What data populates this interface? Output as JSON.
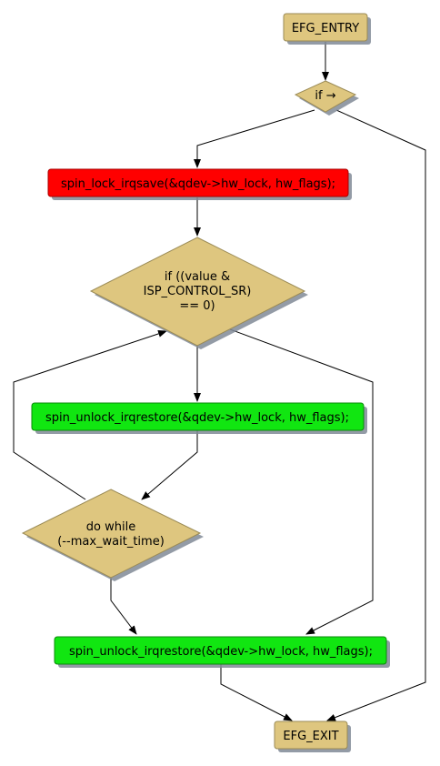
{
  "nodes": {
    "entry": "EFG_ENTRY",
    "if_arrow": "if →",
    "spin_lock": "spin_lock_irqsave(&qdev->hw_lock, hw_flags);",
    "cond_line1": "if ((value &",
    "cond_line2": "ISP_CONTROL_SR)",
    "cond_line3": "== 0)",
    "unlock_inner": "spin_unlock_irqrestore(&qdev->hw_lock, hw_flags);",
    "do_while_line1": "do while",
    "do_while_line2": "(--max_wait_time)",
    "unlock_final": "spin_unlock_irqrestore(&qdev->hw_lock, hw_flags);",
    "exit": "EFG_EXIT"
  },
  "colors": {
    "terminal": "#dec67f",
    "decision": "#dec67f",
    "lock": "#ff0000",
    "unlock": "#11e611",
    "shadow": "#808a96",
    "edge": "#000000"
  }
}
